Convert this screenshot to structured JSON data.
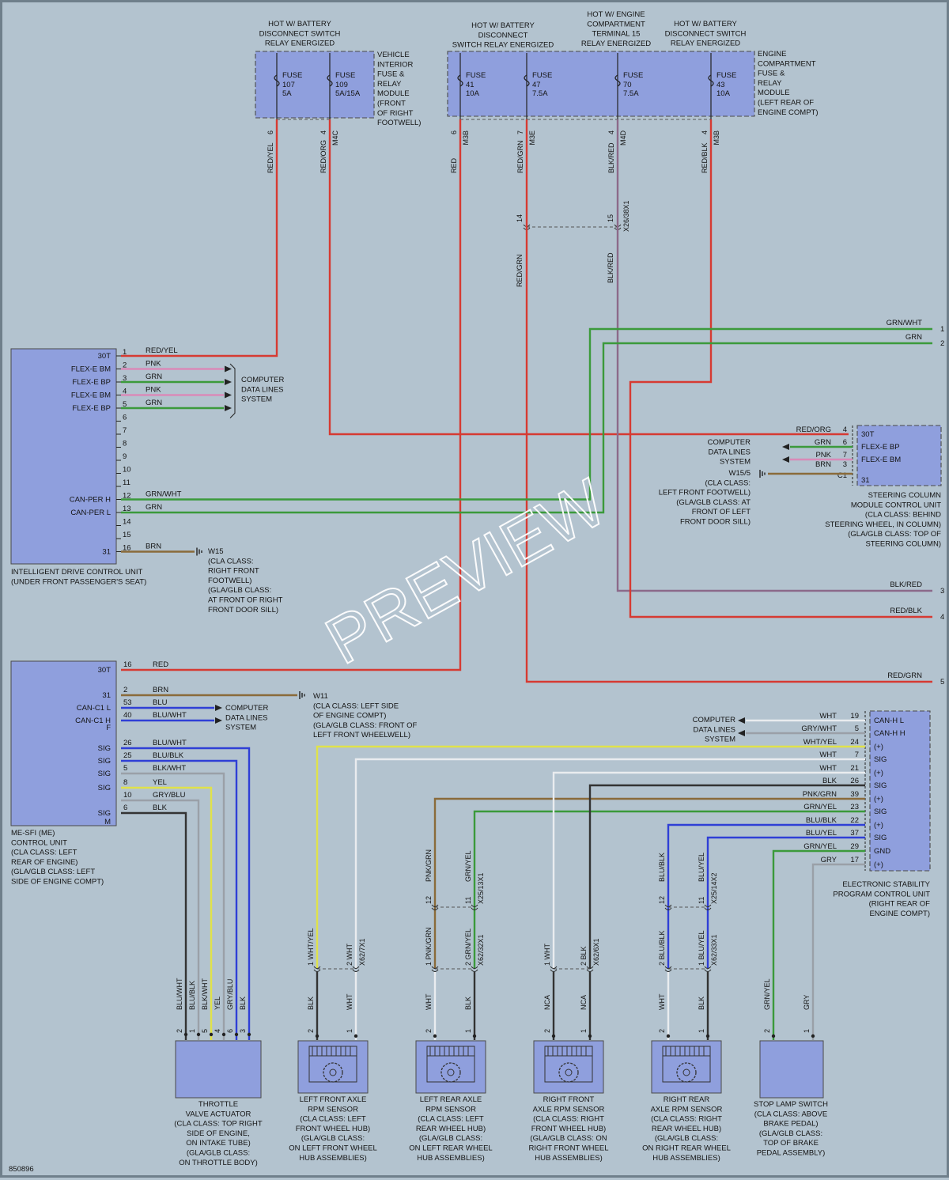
{
  "colors": {
    "red": "#d63a32",
    "green": "#3b9a3b",
    "pink": "#d98ab8",
    "brown": "#8a6b3a",
    "blue": "#2f3fd6",
    "yellow": "#e0e24a",
    "gray": "#9aa0a8",
    "white": "#e9ecef",
    "black": "#333333",
    "purple": "#8c6a8a",
    "bg": "#b3c3cf",
    "module": "#8f9fdd"
  },
  "fuse_groups": {
    "left_header": [
      "HOT W/ BATTERY",
      "DISCONNECT SWITCH",
      "RELAY ENERGIZED"
    ],
    "left_module": [
      "VEHICLE",
      "INTERIOR",
      "FUSE &",
      "RELAY",
      "MODULE",
      "(FRONT",
      "OF RIGHT",
      "FOOTWELL)"
    ],
    "right_header_a": [
      "HOT W/ BATTERY",
      "DISCONNECT",
      "SWITCH RELAY ENERGIZED"
    ],
    "right_header_b": [
      "HOT W/ ENGINE",
      "COMPARTMENT",
      "TERMINAL 15",
      "RELAY ENERGIZED"
    ],
    "right_header_c": [
      "HOT W/ BATTERY",
      "DISCONNECT SWITCH",
      "RELAY ENERGIZED"
    ],
    "right_module": [
      "ENGINE",
      "COMPARTMENT",
      "FUSE &",
      "RELAY",
      "MODULE",
      "(LEFT REAR OF",
      "ENGINE COMPT)"
    ]
  },
  "fuses": [
    {
      "name": "FUSE",
      "num": "107",
      "rating": "5A",
      "pin": "6",
      "conn": "",
      "wire": "RED/YEL"
    },
    {
      "name": "FUSE",
      "num": "109",
      "rating": "5A/15A",
      "pin": "4",
      "conn": "M4C",
      "wire": "RED/ORG"
    },
    {
      "name": "FUSE",
      "num": "41",
      "rating": "10A",
      "pin": "6",
      "conn": "M3B",
      "wire": "RED"
    },
    {
      "name": "FUSE",
      "num": "47",
      "rating": "7.5A",
      "pin": "7",
      "conn": "M3E",
      "wire": "RED/GRN"
    },
    {
      "name": "FUSE",
      "num": "70",
      "rating": "7.5A",
      "pin": "4",
      "conn": "M4D",
      "wire": "BLK/RED"
    },
    {
      "name": "FUSE",
      "num": "43",
      "rating": "10A",
      "pin": "4",
      "conn": "M3B",
      "wire": "RED/BLK"
    }
  ],
  "splice_x26": {
    "pin_a": "14",
    "pin_b": "15",
    "conn": "X26/38X1",
    "wire_a": "RED/GRN",
    "wire_b": "BLK/RED"
  },
  "idc": {
    "pins_left": [
      "30T",
      "FLEX-E BM",
      "FLEX-E BP",
      "FLEX-E BM",
      "FLEX-E BP",
      "",
      "",
      "",
      "",
      "",
      "",
      "CAN-PER H",
      "CAN-PER L",
      "",
      "",
      "31"
    ],
    "pin_nums": [
      "1",
      "2",
      "3",
      "4",
      "5",
      "6",
      "7",
      "8",
      "9",
      "10",
      "11",
      "12",
      "13",
      "14",
      "15",
      "16"
    ],
    "wires": [
      "RED/YEL",
      "PNK",
      "GRN",
      "PNK",
      "GRN",
      "",
      "",
      "",
      "",
      "",
      "",
      "GRN/WHT",
      "GRN",
      "",
      "",
      "BRN"
    ],
    "label": [
      "INTELLIGENT DRIVE CONTROL UNIT",
      "(UNDER FRONT PASSENGER'S SEAT)"
    ],
    "computer": [
      "COMPUTER",
      "DATA LINES",
      "SYSTEM"
    ],
    "ground": [
      "W15",
      "(CLA CLASS:",
      "RIGHT FRONT",
      "FOOTWELL)",
      "(GLA/GLB CLASS:",
      "AT FRONT OF RIGHT",
      "FRONT DOOR SILL)"
    ]
  },
  "right_edge": [
    {
      "wire": "GRN/WHT",
      "num": "1"
    },
    {
      "wire": "GRN",
      "num": "2"
    },
    {
      "wire": "BLK/RED",
      "num": "3"
    },
    {
      "wire": "RED/BLK",
      "num": "4"
    },
    {
      "wire": "RED/GRN",
      "num": "5"
    }
  ],
  "scm": {
    "pins": [
      "30T",
      "FLEX-E BP",
      "FLEX-E BM",
      "",
      "31"
    ],
    "nums": [
      "4",
      "6",
      "7",
      "3",
      "C1"
    ],
    "wires": [
      "RED/ORG",
      "GRN",
      "PNK",
      "BRN",
      ""
    ],
    "computer": [
      "COMPUTER",
      "DATA LINES",
      "SYSTEM"
    ],
    "ground": [
      "W15/5",
      "(CLA CLASS:",
      "LEFT FRONT FOOTWELL)",
      "(GLA/GLB CLASS: AT",
      "FRONT OF LEFT",
      "FRONT DOOR SILL)"
    ],
    "label": [
      "STEERING COLUMN",
      "MODULE CONTROL UNIT",
      "(CLA CLASS: BEHIND",
      "STEERING WHEEL, IN COLUMN)",
      "(GLA/GLB CLASS: TOP OF",
      "STEERING COLUMN)"
    ]
  },
  "me": {
    "pins": [
      "30T",
      "",
      "31",
      "CAN-C1 L",
      "CAN-C1 H",
      "F",
      "SIG",
      "SIG",
      "SIG",
      "SIG",
      "",
      "SIG",
      "M"
    ],
    "nums": [
      "16",
      "2",
      "53",
      "40",
      "26",
      "25",
      "5",
      "8",
      "10",
      "6"
    ],
    "wires": [
      "RED",
      "BRN",
      "BLU",
      "BLU/WHT",
      "BLU/WHT",
      "BLU/BLK",
      "BLK/WHT",
      "YEL",
      "GRY/BLU",
      "BLK"
    ],
    "computer": [
      "COMPUTER",
      "DATA LINES",
      "SYSTEM"
    ],
    "ground": [
      "W11",
      "(CLA CLASS: LEFT SIDE",
      "OF ENGINE COMPT)",
      "(GLA/GLB CLASS: FRONT OF",
      "LEFT FRONT WHEELWELL)"
    ],
    "label": [
      "ME-SFI (ME)",
      "CONTROL UNIT",
      "(CLA CLASS: LEFT",
      "REAR OF ENGINE)",
      "(GLA/GLB CLASS: LEFT",
      "SIDE OF ENGINE COMPT)"
    ]
  },
  "esp": {
    "pins": [
      "CAN-H L",
      "CAN-H H",
      "(+)",
      "SIG",
      "(+)",
      "SIG",
      "(+)",
      "SIG",
      "(+)",
      "SIG",
      "GND",
      "(+)"
    ],
    "nums": [
      "19",
      "5",
      "24",
      "7",
      "21",
      "26",
      "39",
      "23",
      "22",
      "37",
      "29",
      "17"
    ],
    "wires": [
      "WHT",
      "GRY/WHT",
      "WHT/YEL",
      "WHT",
      "WHT",
      "BLK",
      "PNK/GRN",
      "GRN/YEL",
      "BLU/BLK",
      "BLU/YEL",
      "GRN/YEL",
      "GRY"
    ],
    "computer": [
      "COMPUTER",
      "DATA LINES",
      "SYSTEM"
    ],
    "label": [
      "ELECTRONIC STABILITY",
      "PROGRAM CONTROL UNIT",
      "(RIGHT REAR OF",
      "ENGINE COMPT)"
    ]
  },
  "components": [
    {
      "label": [
        "THROTTLE",
        "VALVE ACTUATOR",
        "(CLA CLASS: TOP RIGHT",
        "SIDE OF ENGINE,",
        "ON INTAKE TUBE)",
        "(GLA/GLB CLASS:",
        "ON THROTTLE BODY)"
      ],
      "pins": [
        "3",
        "6",
        "4",
        "5",
        "1",
        "2"
      ],
      "wires": [
        "BLK",
        "GRY/BLU",
        "YEL",
        "BLK/WHT",
        "BLU/BLK",
        "BLU/WHT"
      ]
    },
    {
      "label": [
        "LEFT FRONT AXLE",
        "RPM SENSOR",
        "(CLA CLASS: LEFT",
        "FRONT WHEEL HUB)",
        "(GLA/GLB CLASS:",
        "ON LEFT FRONT WHEEL",
        "HUB ASSEMBLIES)"
      ],
      "pins": [
        "2",
        "1"
      ],
      "wires": [
        "BLK",
        "WHT"
      ],
      "conn": "X62/7X1",
      "top": [
        "1 WHT/YEL",
        "2 WHT"
      ]
    },
    {
      "label": [
        "LEFT REAR AXLE",
        "RPM SENSOR",
        "(CLA CLASS: LEFT",
        "REAR WHEEL HUB)",
        "(GLA/GLB CLASS:",
        "ON LEFT REAR WHEEL",
        "HUB ASSEMBLIES)"
      ],
      "pins": [
        "2",
        "1"
      ],
      "wires": [
        "WHT",
        "BLK"
      ],
      "conn": "X62/32X1",
      "top": [
        "1 PNK/GRN",
        "2 GRN/YEL"
      ],
      "upper": [
        "12",
        "PNK/GRN",
        "11",
        "GRN/YEL",
        "X25/13X1"
      ]
    },
    {
      "label": [
        "RIGHT FRONT",
        "AXLE RPM SENSOR",
        "(CLA CLASS: RIGHT",
        "FRONT WHEEL HUB)",
        "(GLA/GLB CLASS: ON",
        "RIGHT FRONT WHEEL",
        "HUB ASSEMBLIES)"
      ],
      "pins": [
        "2",
        "1"
      ],
      "wires": [
        "NCA",
        "NCA"
      ],
      "conn": "X62/6X1",
      "top": [
        "1 WHT",
        "2 BLK"
      ]
    },
    {
      "label": [
        "RIGHT REAR",
        "AXLE RPM SENSOR",
        "(CLA CLASS: RIGHT",
        "REAR WHEEL HUB)",
        "(GLA/GLB CLASS:",
        "ON RIGHT REAR WHEEL",
        "HUB ASSEMBLIES)"
      ],
      "pins": [
        "2",
        "1"
      ],
      "wires": [
        "WHT",
        "BLK"
      ],
      "conn": "X62/33X1",
      "top": [
        "2 BLU/BLK",
        "1 BLU/YEL"
      ],
      "upper": [
        "12",
        "BLU/BLK",
        "11",
        "BLU/YEL",
        "X25/14X2"
      ]
    },
    {
      "label": [
        "STOP LAMP SWITCH",
        "(CLA CLASS: ABOVE",
        "BRAKE PEDAL)",
        "(GLA/GLB CLASS:",
        "TOP OF BRAKE",
        "PEDAL ASSEMBLY)"
      ],
      "pins": [
        "2",
        "1"
      ],
      "wires": [
        "GRN/YEL",
        "GRY"
      ]
    }
  ],
  "figure_id": "850896",
  "watermark": "PREVIEW"
}
